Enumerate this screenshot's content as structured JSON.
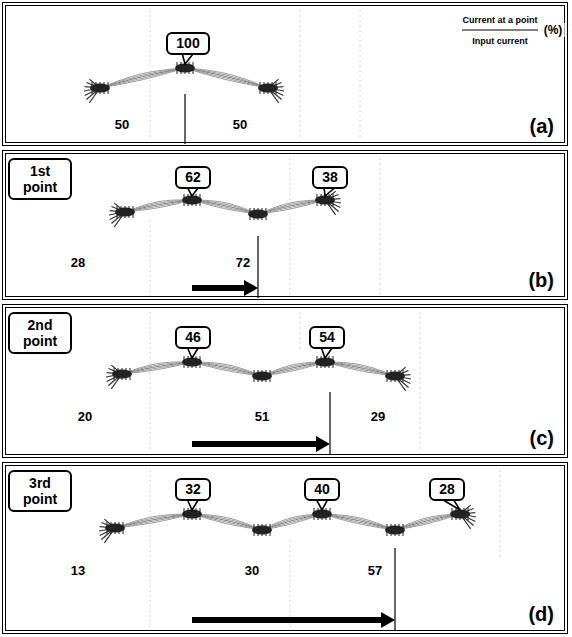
{
  "diagram": {
    "nodes": [
      {
        "text": [
          "(a)"
        ]
      },
      {
        "text": [
          "100"
        ],
        "in": 0
      },
      {
        "text": [
          "(b)"
        ]
      },
      {
        "text": [
          "1st point"
        ],
        "in": 2
      },
      {
        "text": [
          "62"
        ],
        "in": 2
      },
      {
        "text": [
          "38"
        ],
        "in": 2
      },
      {
        "text": [
          "(c)"
        ]
      },
      {
        "text": [
          "2nd point"
        ],
        "in": 6
      },
      {
        "text": [
          "46"
        ],
        "in": 6
      },
      {
        "text": [
          "54"
        ],
        "in": 6
      },
      {
        "text": [
          "(d)"
        ]
      },
      {
        "text": [
          "3rd point"
        ],
        "in": 10
      },
      {
        "text": [
          "32"
        ],
        "in": 10
      },
      {
        "text": [
          "40"
        ],
        "in": 10
      },
      {
        "text": [
          "28"
        ],
        "in": 10
      }
    ],
    "labels": [
      "Current at a point",
      "Input current",
      "(%)",
      "50",
      "50",
      "28",
      "72",
      "20",
      "51",
      "29",
      "13",
      "30",
      "57"
    ]
  }
}
